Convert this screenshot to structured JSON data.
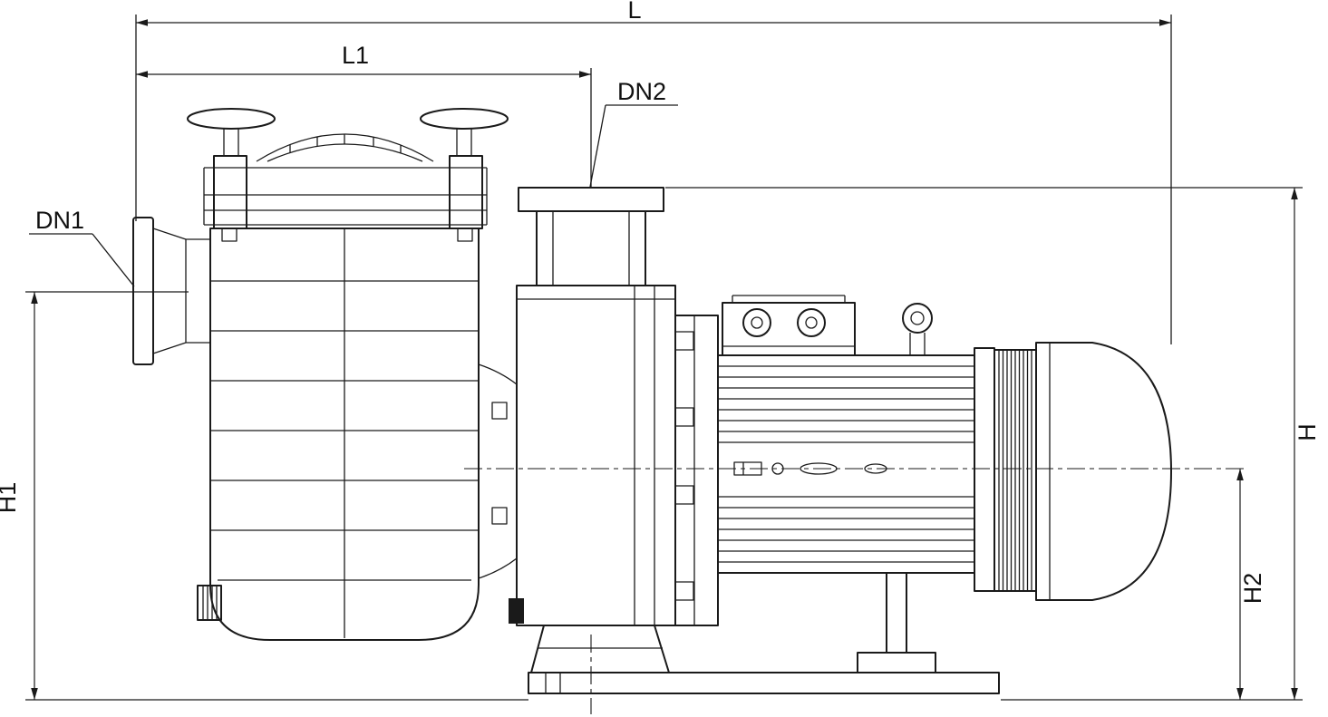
{
  "labels": {
    "l": "L",
    "l1": "L1",
    "dn1": "DN1",
    "dn2": "DN2",
    "h": "H",
    "h1": "H1",
    "h2": "H2"
  },
  "colors": {
    "line": "#1a1a1a",
    "background": "#ffffff"
  }
}
